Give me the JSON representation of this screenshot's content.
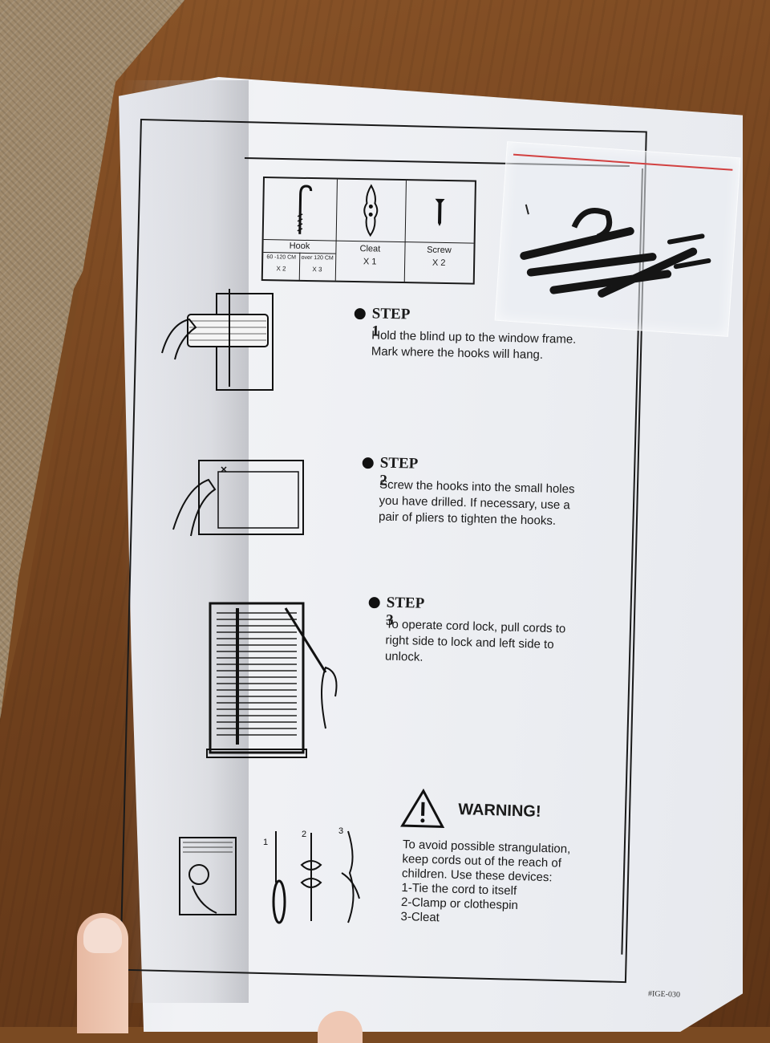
{
  "parts": {
    "hook": {
      "name": "Hook",
      "options": [
        {
          "range": "60 -120 CM",
          "qty": "X 2"
        },
        {
          "range": "over 120 CM",
          "qty": "X 3"
        }
      ]
    },
    "cleat": {
      "name": "Cleat",
      "qty": "X 1"
    },
    "screw": {
      "name": "Screw",
      "qty": "X 2"
    }
  },
  "steps": [
    {
      "title": "STEP 1",
      "text": "Hold the blind up to the window frame.\nMark where the hooks will hang."
    },
    {
      "title": "STEP 2",
      "text": "Screw the hooks into the small holes\nyou have drilled. If necessary, use a\npair of pliers to tighten the hooks."
    },
    {
      "title": "STEP 3",
      "text": "To operate cord lock, pull cords to\nright side to lock and left side to\nunlock."
    }
  ],
  "warning": {
    "title": "WARNING!",
    "text": "To avoid possible strangulation,\nkeep cords out of the reach of\nchildren. Use these devices:\n1-Tie the cord to itself\n2-Clamp or clothespin\n3-Cleat",
    "device_numbers": [
      "1",
      "2",
      "3"
    ]
  },
  "doc_code": "#IGE-030"
}
